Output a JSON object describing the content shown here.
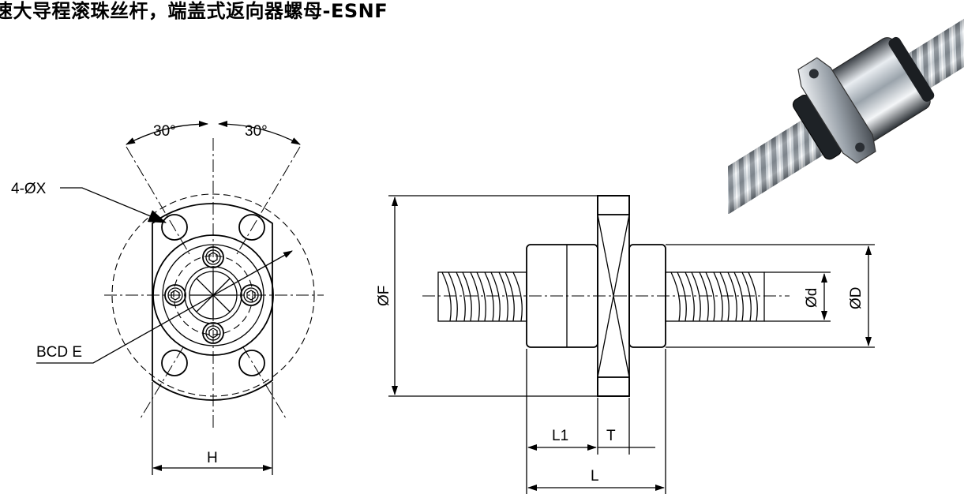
{
  "title": "速大导程滚珠丝杆，端盖式返向器螺母-ESNF",
  "front_view": {
    "angle_left": "30°",
    "angle_right": "30°",
    "hole_label": "4-ØX",
    "bcd_label": "BCD E",
    "width_label": "H"
  },
  "side_view": {
    "flange_dia_label": "ØF",
    "nut_dia_label": "ØD",
    "screw_dia_label": "Ød",
    "l1_label": "L1",
    "t_label": "T",
    "length_label": "L"
  },
  "photo": {
    "subject": "ball-screw-nut-photo"
  }
}
